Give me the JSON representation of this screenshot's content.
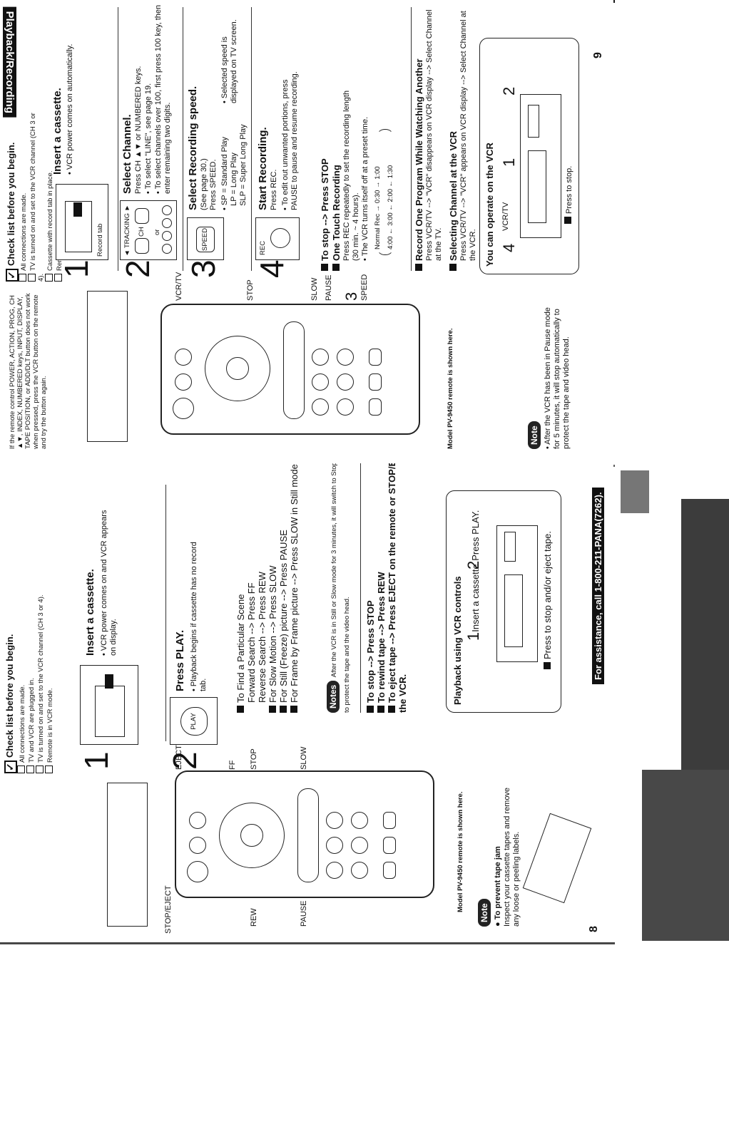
{
  "header_banner": "Playback/Recording",
  "left_page": {
    "page_number": "8",
    "checklist": {
      "title": "Check list before you begin.",
      "items": [
        "All connections are made.",
        "TV and VCR are plugged in.",
        "TV is turned on and set to the VCR channel (CH 3 or 4).",
        "Remote is in VCR mode."
      ]
    },
    "step1": {
      "num": "1",
      "title": "Insert a cassette.",
      "bullet": "VCR power comes on and VCR appears on display."
    },
    "step2": {
      "num": "2",
      "title": "Press PLAY.",
      "bullet": "Playback begins if cassette has no record tab.",
      "play_key": "PLAY"
    },
    "find_scene": {
      "items": [
        "To Find a Particular Scene",
        "Forward Search --> Press FF",
        "Reverse Search --> Press REW",
        "For Slow Motion --> Press SLOW",
        "For Still (Freeze) picture --> Press PAUSE",
        "For Frame by Frame picture --> Press SLOW in Still mode."
      ]
    },
    "notes_label": "Notes",
    "notes_text": "After the VCR is in Still or Slow mode for 3 minutes, it will switch to Stop mode automatically to protect the tape and the video head.",
    "stop_items": [
      "To stop --> Press STOP",
      "To rewind tape --> Press REW",
      "To eject tape --> Press EJECT on the remote or STOP/EJECT on the VCR."
    ],
    "vcr_controls": {
      "title": "Playback using VCR controls",
      "c1": "1",
      "c1_text": "Insert a cassette.",
      "c2": "2",
      "c2_text": "Press PLAY.",
      "stop_text": "Press to stop and/or eject tape."
    },
    "remote_labels": {
      "stop_eject": "STOP/EJECT",
      "eject": "EJECT",
      "rew": "REW",
      "ff": "FF",
      "stop": "STOP",
      "pause": "PAUSE",
      "slow": "SLOW"
    },
    "model_note": "Model PV-9450 remote is shown here.",
    "note_label": "Note",
    "tape_jam": {
      "title": "To prevent tape jam",
      "text": "Inspect your cassette tapes and remove any loose or peeling labels."
    },
    "assistance": "For assistance, call 1-800-211-PANA(7262)."
  },
  "right_page": {
    "page_number": "9",
    "remote_text": "If the remote control POWER, ACTION, PROG, CH ▲▼, INDEX, NUMBERED keys, INPUT, DISPLAY, TAPE POSITION, or ADD/DLT button does not work when pressed, press the VCR button on the remote and try the button again.",
    "checklist": {
      "title": "Check list before you begin.",
      "items": [
        "All connections are made.",
        "TV is turned on and set to the VCR channel (CH 3 or 4).",
        "Cassette with record tab in place.",
        "Remote in VCR mode."
      ]
    },
    "step1": {
      "num": "1",
      "title": "Insert a cassette.",
      "bullet": "VCR power comes on automatically.",
      "tab_label": "Record tab"
    },
    "step2": {
      "num": "2",
      "title": "Select Channel.",
      "line": "Press CH ▲▼ or NUMBERED keys.",
      "b1": "To select \"LINE\", see page 19.",
      "b2": "To select channels over 100, first press 100 key, then enter remaining two digits.",
      "or": "or",
      "tracking": "◄ TRACKING ►",
      "ch": "CH"
    },
    "step3": {
      "num": "3",
      "title": "Select Recording speed.",
      "line1": "(See page 30.)",
      "line2": "Press SPEED.",
      "b1": "SP = Standard Play",
      "b1b": "LP = Long Play",
      "b1c": "SLP = Super Long Play",
      "b2": "Selected speed is displayed on TV screen.",
      "key": "SPEED"
    },
    "step4": {
      "num": "4",
      "title": "Start Recording.",
      "line": "Press REC.",
      "b1": "To edit out unwanted portions, press PAUSE to pause and resume recording.",
      "key": "REC"
    },
    "stop_line": "To stop --> Press STOP",
    "otr": {
      "title": "One Touch Recording",
      "line1": "Press REC repeatedly to set the recording length",
      "line2": "(30 min. ~ 4 hours).",
      "b1": "The VCR turns itself off at a preset time.",
      "cycle_top": "Normal Rec → 0:30 → 1:00",
      "cycle_bottom": "4:00 ← 3:00 ← 2:00 ← 1:30"
    },
    "record_other": {
      "title": "Record One Program While Watching Another",
      "text": "Press VCR/TV --> \"VCR\" disappears on VCR display --> Select Channel at the TV."
    },
    "select_vcr": {
      "title": "Selecting Channel at the VCR",
      "text": "Press VCR/TV --> \"VCR\" appears on VCR display --> Select Channel at the VCR."
    },
    "operate": {
      "title": "You can operate on the VCR",
      "n1": "1",
      "n2": "2",
      "n4": "4",
      "vcrtv": "VCR/TV",
      "stop": "Press to stop."
    },
    "remote_labels": {
      "vcrtv": "VCR/TV",
      "stop": "STOP",
      "slow": "SLOW",
      "pause": "PAUSE",
      "speed": "SPEED",
      "three": "3"
    },
    "model_note": "Model PV-9450 remote is shown here.",
    "note_label": "Note",
    "note_text": "After the VCR has been in Pause mode for 5 minutes, it will stop automatically to protect the tape and video head."
  }
}
